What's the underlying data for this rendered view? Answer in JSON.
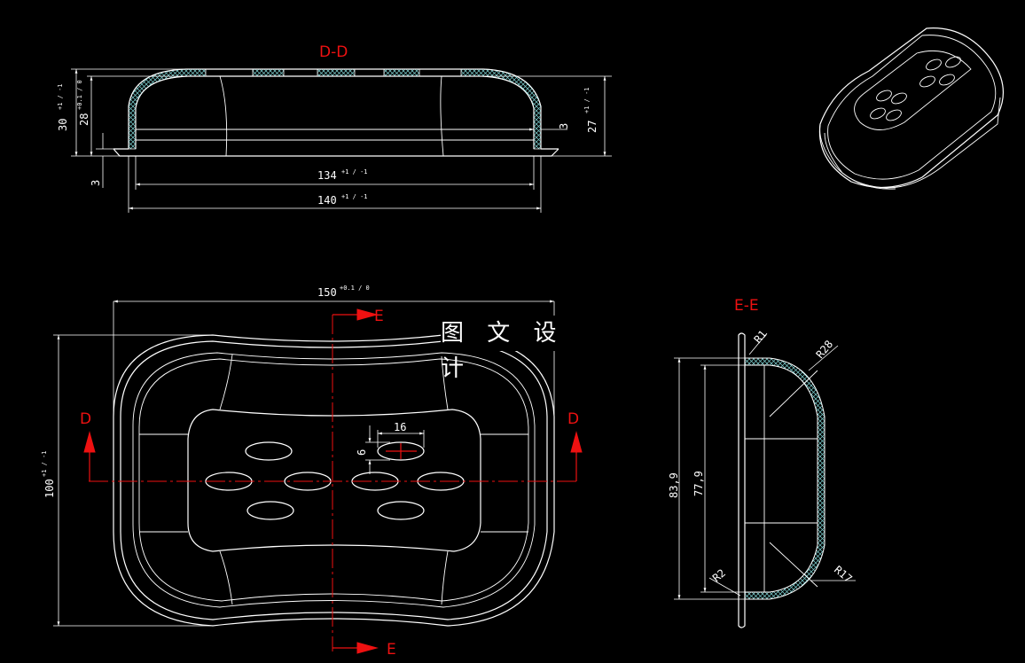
{
  "views": {
    "section_dd_title": "D-D",
    "section_ee_title": "E-E",
    "cut_label_d": "D",
    "cut_label_e": "E"
  },
  "watermark": "图 文 设 计",
  "dimensions": {
    "dd_height_30": "30",
    "dd_height_30_tol": "+1 / -1",
    "dd_height_28": "28",
    "dd_height_28_tol": "+0.1 / 0",
    "dd_height_27": "27",
    "dd_height_27_tol": "+1 / -1",
    "dd_wall_3_right": "3",
    "dd_flange_3_left": "3",
    "dd_width_134": "134",
    "dd_width_134_tol": "+1 / -1",
    "dd_width_140": "140",
    "dd_width_140_tol": "+1 / -1",
    "plan_width_150": "150",
    "plan_width_150_tol": "+0.1 / 0",
    "plan_height_100": "100",
    "plan_height_100_tol": "+1 / -1",
    "hole_width_16": "16",
    "hole_height_6": "6",
    "ee_height_83_9": "83,9",
    "ee_height_77_9": "77,9",
    "ee_r1": "R1",
    "ee_r28": "R28",
    "ee_r2": "R2",
    "ee_r17": "R17"
  },
  "colors": {
    "background": "#000000",
    "lines": "#ffffff",
    "section_marks": "#ee1111",
    "hatch": "#7fd4d4"
  }
}
